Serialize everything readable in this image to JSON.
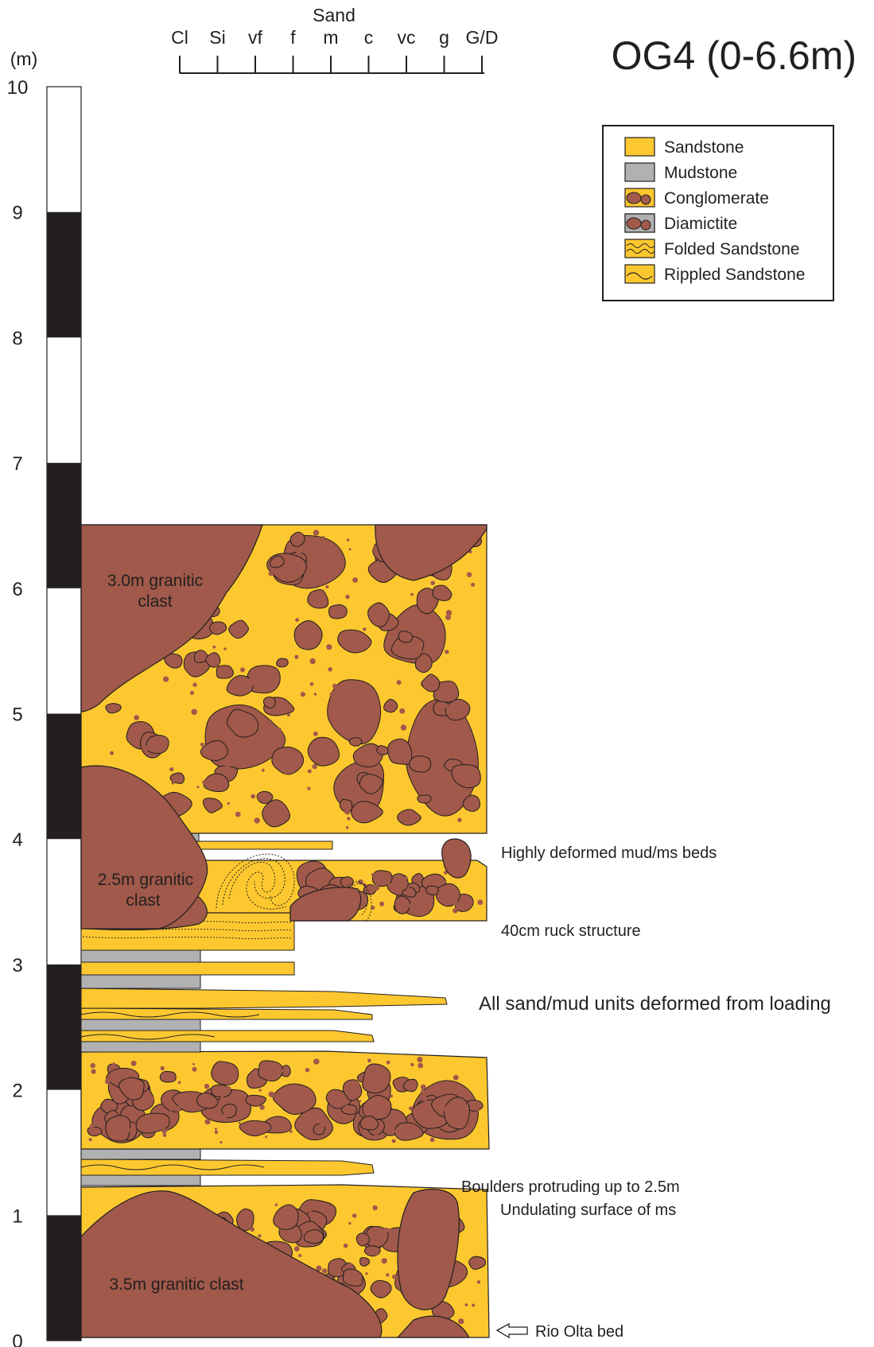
{
  "title": "OG4 (0-6.6m)",
  "scale": {
    "unit_label": "(m)",
    "ticks": [
      "0",
      "1",
      "2",
      "3",
      "4",
      "5",
      "6",
      "7",
      "8",
      "9",
      "10"
    ]
  },
  "grain_size": {
    "header": "Sand",
    "classes": [
      "Cl",
      "Si",
      "vf",
      "f",
      "m",
      "c",
      "vc",
      "g",
      "G/D"
    ]
  },
  "legend": {
    "items": [
      {
        "label": "Sandstone",
        "pattern": "sandstone"
      },
      {
        "label": "Mudstone",
        "pattern": "mudstone"
      },
      {
        "label": "Conglomerate",
        "pattern": "conglomerate"
      },
      {
        "label": "Diamictite",
        "pattern": "diamictite"
      },
      {
        "label": "Folded Sandstone",
        "pattern": "folded"
      },
      {
        "label": "Rippled Sandstone",
        "pattern": "rippled"
      }
    ]
  },
  "clast_labels": {
    "upper": [
      "3.0m granitic",
      "clast"
    ],
    "middle": [
      "2.5m granitic",
      "clast"
    ],
    "lower": "3.5m granitic clast"
  },
  "annotations": {
    "deformed_beds": "Highly deformed mud/ms beds",
    "ruck": "40cm ruck structure",
    "loading": "All sand/mud units deformed from loading",
    "boulders": "Boulders protruding up to 2.5m",
    "undulating": "Undulating surface of ms",
    "rio_olta": "Rio Olta bed"
  },
  "colors": {
    "sand": "#fdc82f",
    "clast": "#a0594a",
    "mud": "#b1b1b1",
    "bar_black": "#231f20",
    "ink": "#231f20"
  }
}
